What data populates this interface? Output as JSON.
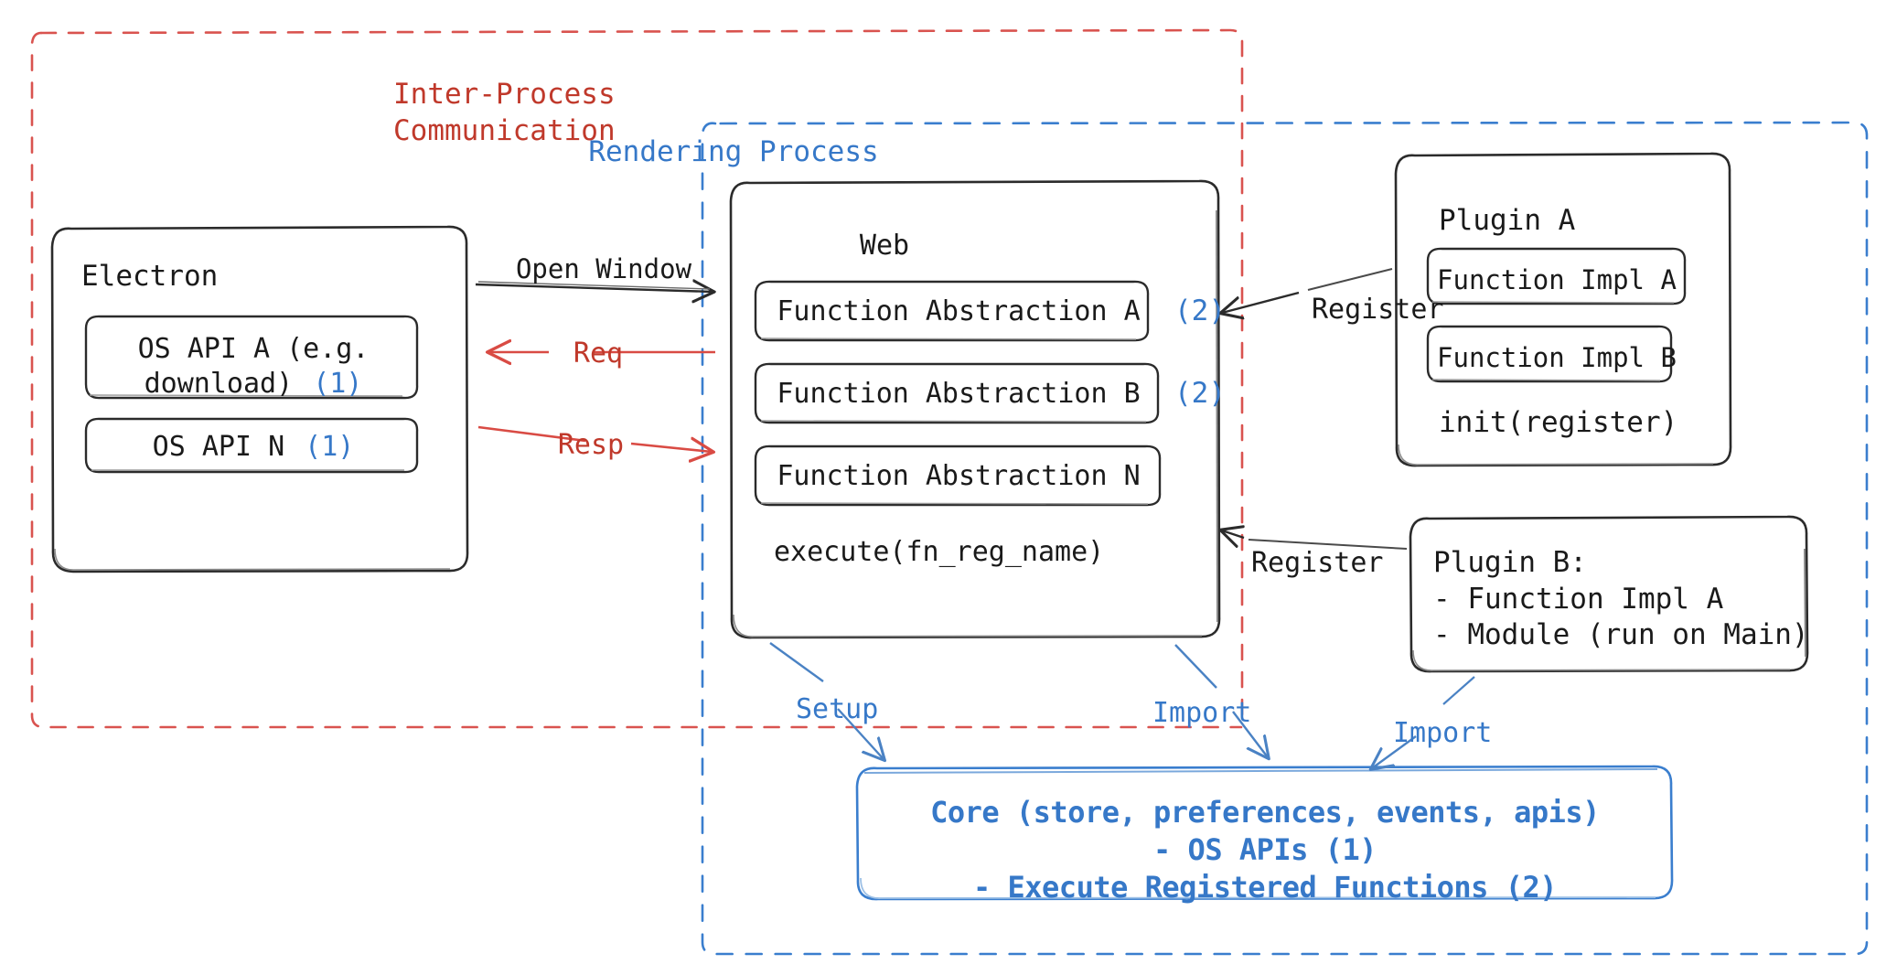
{
  "diagram": {
    "title": "Electron Plugin Architecture",
    "colors": {
      "red": "#c0392b",
      "blue": "#3678c8",
      "black": "#1a1a1a",
      "background": "#ffffff"
    },
    "regions": {
      "ipc": {
        "label": "Inter-Process\nCommunication",
        "line1": "Inter-Process",
        "line2": "Communication",
        "style": "dashed",
        "color": "#c0392b"
      },
      "rendering_process": {
        "label": "Rendering Process",
        "style": "dashed",
        "color": "#3678c8"
      }
    },
    "nodes": {
      "electron": {
        "title": "Electron",
        "items": [
          {
            "label": "OS API A (e.g.\ndownload)",
            "line1": "OS API A (e.g.",
            "line2": "download)",
            "badge": "(1)"
          },
          {
            "label": "OS API N",
            "badge": "(1)"
          }
        ]
      },
      "web": {
        "title": "Web",
        "items": [
          {
            "label": "Function Abstraction A",
            "badge": "(2)"
          },
          {
            "label": "Function Abstraction B",
            "badge": "(2)"
          },
          {
            "label": "Function Abstraction N",
            "badge": ""
          }
        ],
        "footer": "execute(fn_reg_name)"
      },
      "plugin_a": {
        "title": "Plugin A",
        "items": [
          {
            "label": "Function Impl A"
          },
          {
            "label": "Function Impl B"
          }
        ],
        "footer": "init(register)"
      },
      "plugin_b": {
        "title": "Plugin B:",
        "lines": [
          "Plugin B:",
          "- Function Impl A",
          "- Module (run on Main)"
        ]
      },
      "core": {
        "lines": [
          "Core (store, preferences, events, apis)",
          "- OS APIs (1)",
          "- Execute Registered Functions (2)"
        ],
        "color": "#3678c8"
      }
    },
    "edges": [
      {
        "label": "Open Window",
        "color": "#1a1a1a",
        "from": "electron",
        "to": "web"
      },
      {
        "label": "Req",
        "color": "#c0392b",
        "from": "web",
        "to": "electron"
      },
      {
        "label": "Resp",
        "color": "#c0392b",
        "from": "electron",
        "to": "web"
      },
      {
        "label": "Register",
        "color": "#1a1a1a",
        "from": "plugin_a",
        "to": "web"
      },
      {
        "label": "Register",
        "color": "#1a1a1a",
        "from": "plugin_b",
        "to": "web"
      },
      {
        "label": "Setup",
        "color": "#3678c8",
        "from": "web",
        "to": "core"
      },
      {
        "label": "Import",
        "color": "#3678c8",
        "from": "web",
        "to": "core"
      },
      {
        "label": "Import",
        "color": "#3678c8",
        "from": "plugin_b",
        "to": "core"
      }
    ]
  }
}
